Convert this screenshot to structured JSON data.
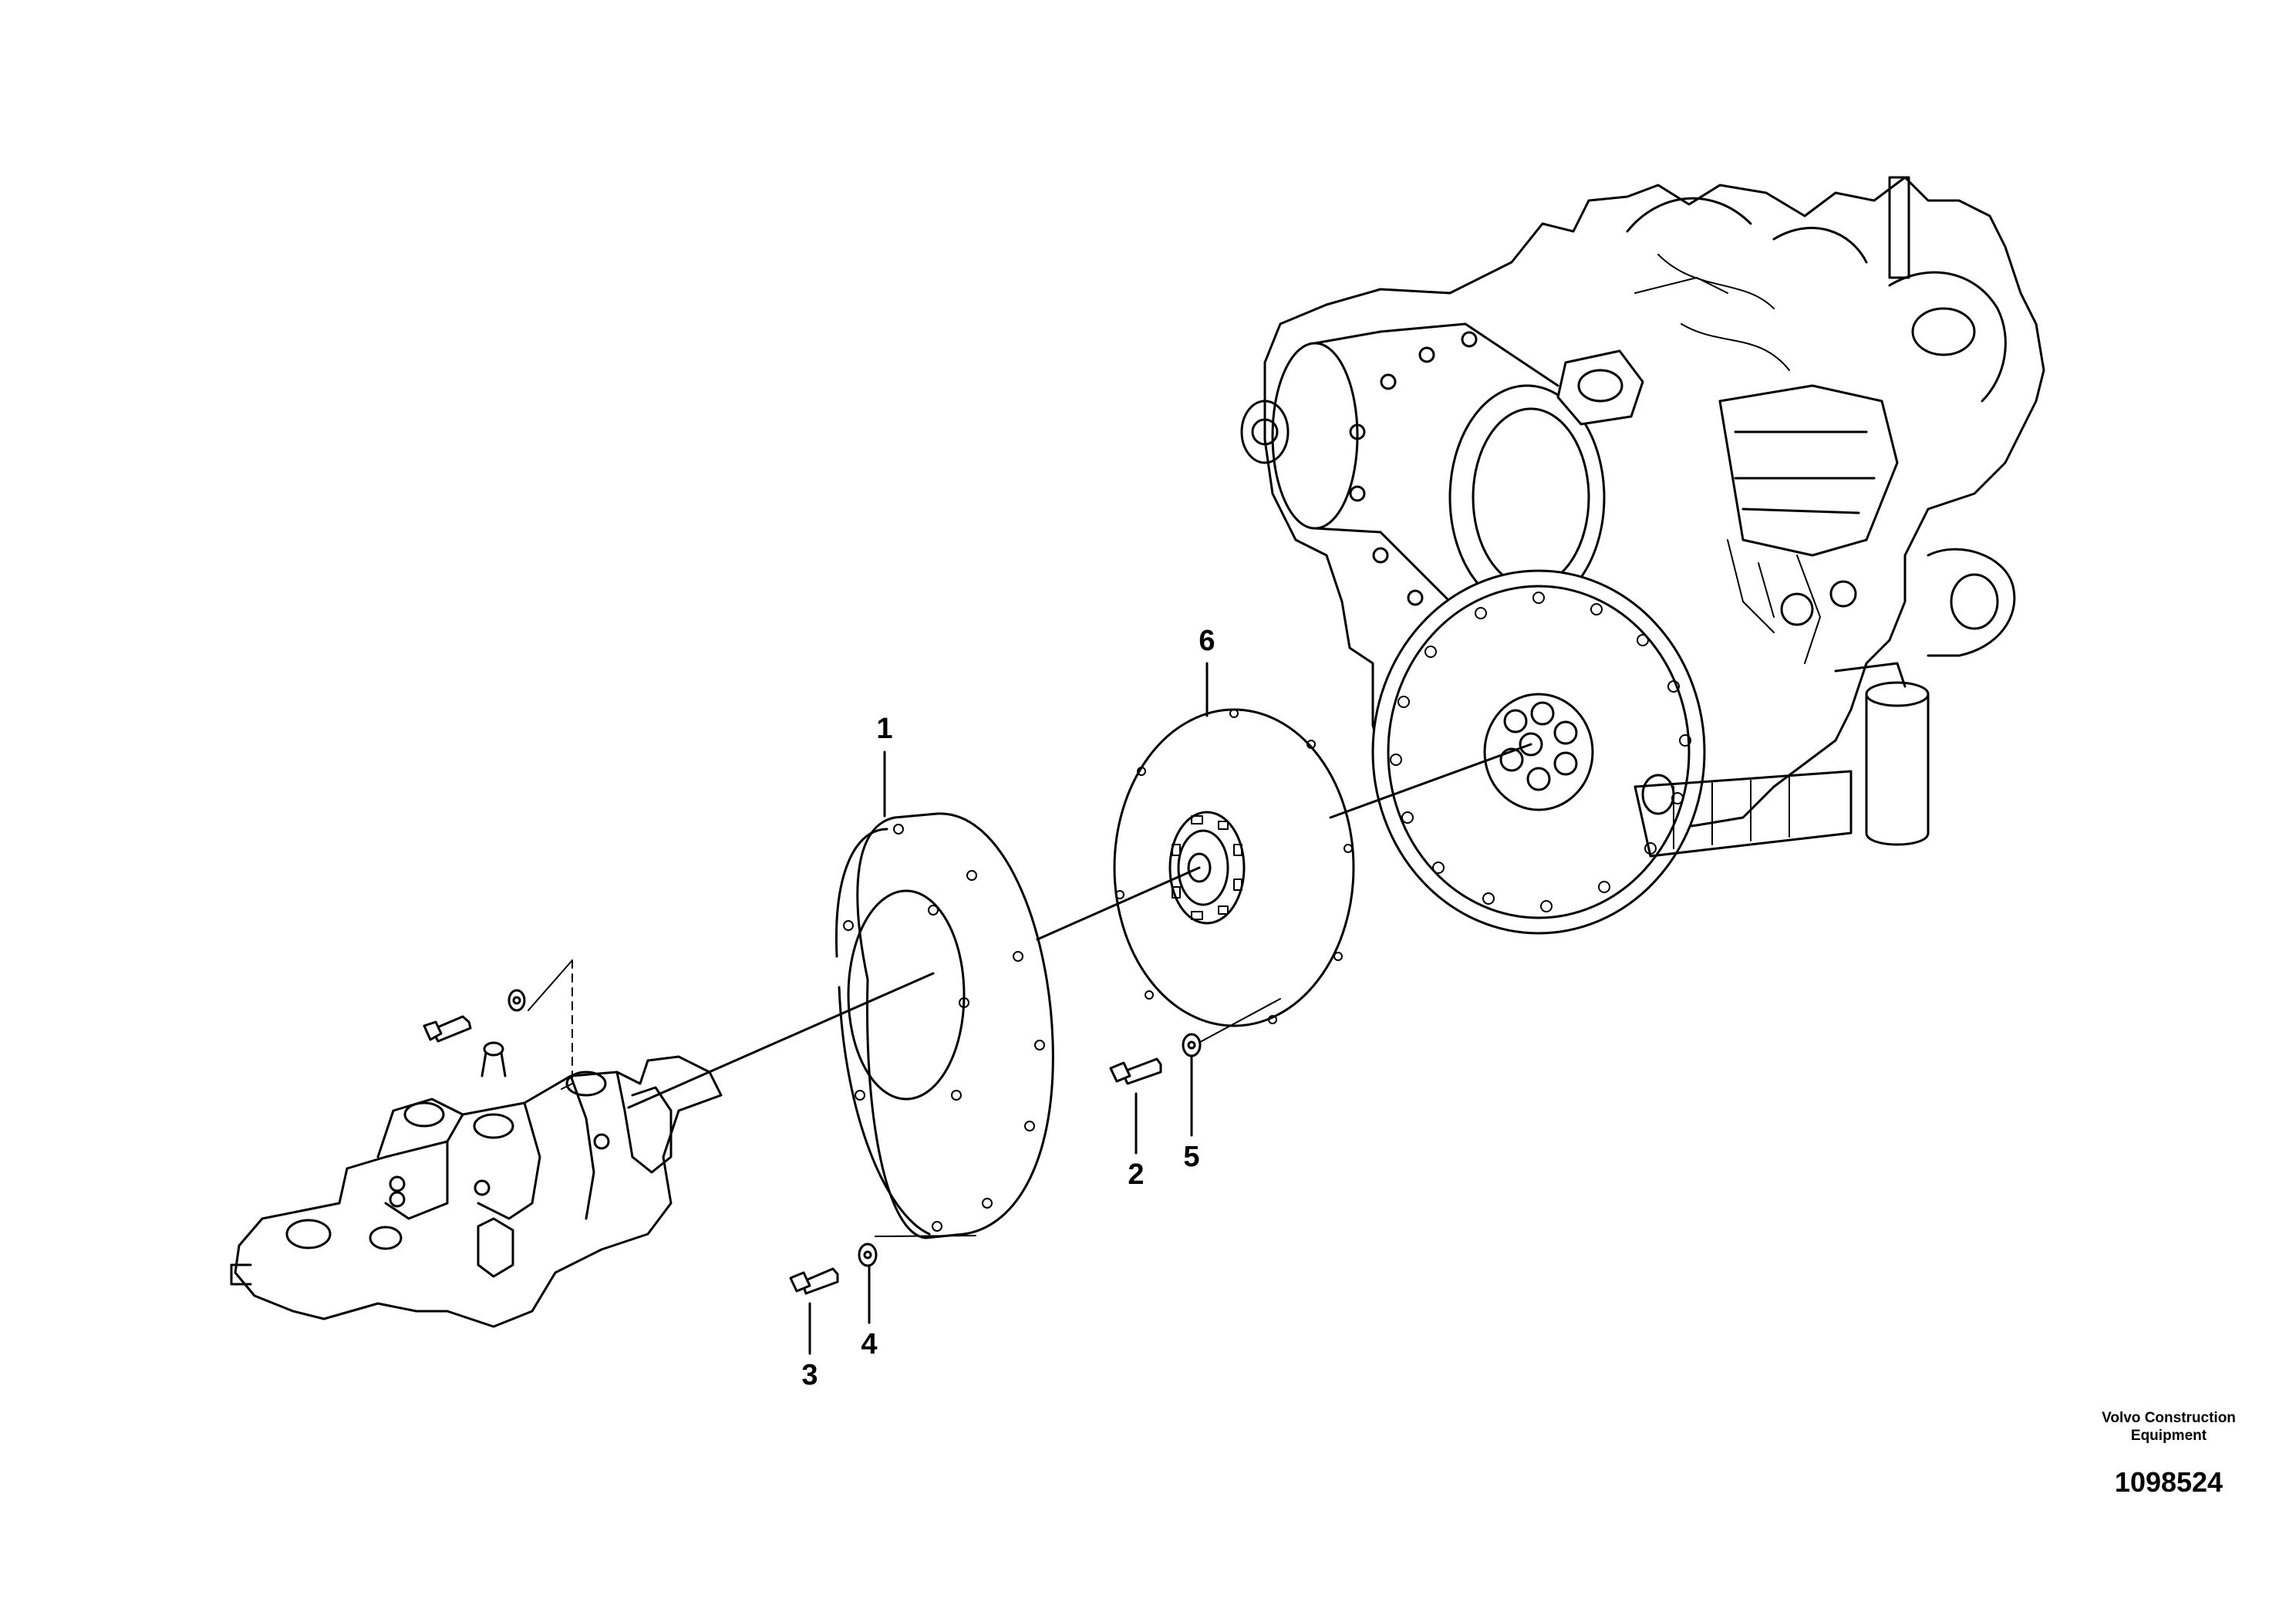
{
  "diagram": {
    "callouts": [
      {
        "id": "1",
        "label": "1"
      },
      {
        "id": "2",
        "label": "2"
      },
      {
        "id": "3",
        "label": "3"
      },
      {
        "id": "4",
        "label": "4"
      },
      {
        "id": "5",
        "label": "5"
      },
      {
        "id": "6",
        "label": "6"
      }
    ]
  },
  "footer": {
    "brand_line1": "Volvo Construction",
    "brand_line2": "Equipment",
    "drawing_number": "1098524"
  }
}
